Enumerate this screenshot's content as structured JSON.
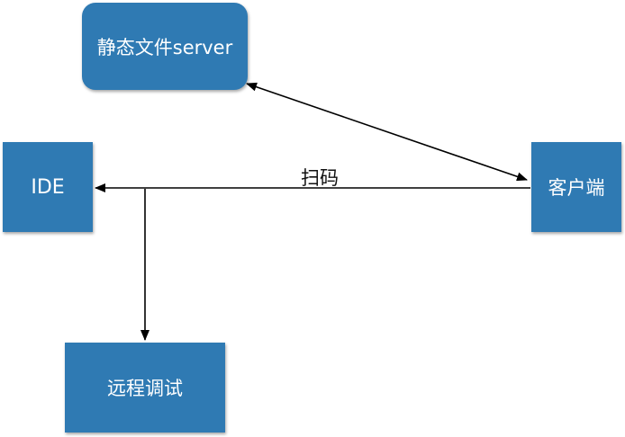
{
  "colors": {
    "node_fill": "#2f7ab3",
    "node_text": "#ffffff",
    "edge": "#000000",
    "background": "#ffffff"
  },
  "nodes": {
    "static_server": {
      "label": "静态文件server"
    },
    "ide": {
      "label": "IDE"
    },
    "client": {
      "label": "客户端"
    },
    "remote_debug": {
      "label": "远程调试"
    }
  },
  "edges": {
    "client_static": {
      "arrow": "both"
    },
    "client_ide": {
      "label": "扫码",
      "arrow": "to-ide"
    },
    "ide_remote": {
      "arrow": "to-remote-debug"
    }
  }
}
